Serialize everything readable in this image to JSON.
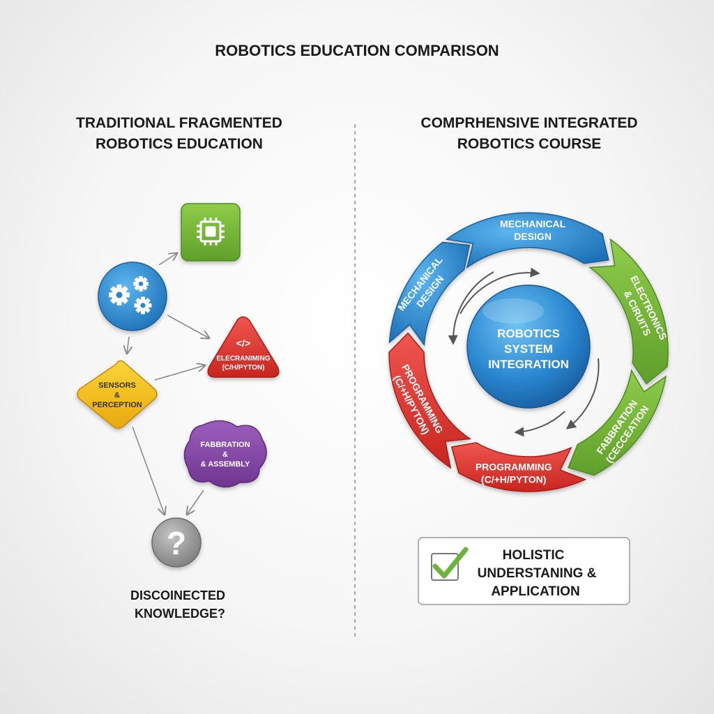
{
  "title": "ROBOTICS EDUCATION COMPARISON",
  "left": {
    "heading_line1": "TRADITIONAL FRAGMENTED",
    "heading_line2": "ROBOTICS EDUCATION",
    "nodes": {
      "gears": {
        "icon": "gears-icon"
      },
      "chip": {
        "icon": "chip-icon"
      },
      "programming": {
        "symbol": "</>",
        "line1": "ELECRANIMING",
        "line2": "(C/H/PYTON)"
      },
      "sensors": {
        "line1": "SENSORS",
        "line2": "&",
        "line3": "PERCEPTION"
      },
      "fabrication": {
        "line1": "FABBRATION",
        "line2": "&",
        "line3": "& ASSEMBLY"
      },
      "question": {
        "symbol": "?"
      }
    },
    "footer_line1": "DISCOINECTED",
    "footer_line2": "KNOWLEDGE?"
  },
  "right": {
    "heading_line1": "COMPRHENSIVE INTEGRATED",
    "heading_line2": "ROBOTICS COURSE",
    "center_line1": "ROBOTICS",
    "center_line2": "SYSTEM",
    "center_line3": "INTEGRATION",
    "segments": {
      "top": {
        "line1": "MECHANICAL",
        "line2": "DESIGN"
      },
      "upper_left": {
        "line1": "MECHANICAL",
        "line2": "DESIGN"
      },
      "upper_right": {
        "line1": "ELECTRONICS",
        "line2": "& CIRUITS"
      },
      "lower_right": {
        "line1": "FABBRATION",
        "line2": "(CECCEATION"
      },
      "bottom": {
        "line1": "PROGRAMMING",
        "line2": "(C/+H/PYTON)"
      },
      "lower_left": {
        "line1": "PROGRAMMING",
        "line2": "(C/+H/PYTON)"
      }
    },
    "result_line1": "HOLISTIC",
    "result_line2": "UNDERSTANING &",
    "result_line3": "APPLICATION"
  },
  "colors": {
    "blue": "#2e8fd4",
    "green": "#79bb3a",
    "red": "#e03a34",
    "yellow": "#f6c21b",
    "purple": "#8a4aa8",
    "gray": "#9a9a9a"
  }
}
